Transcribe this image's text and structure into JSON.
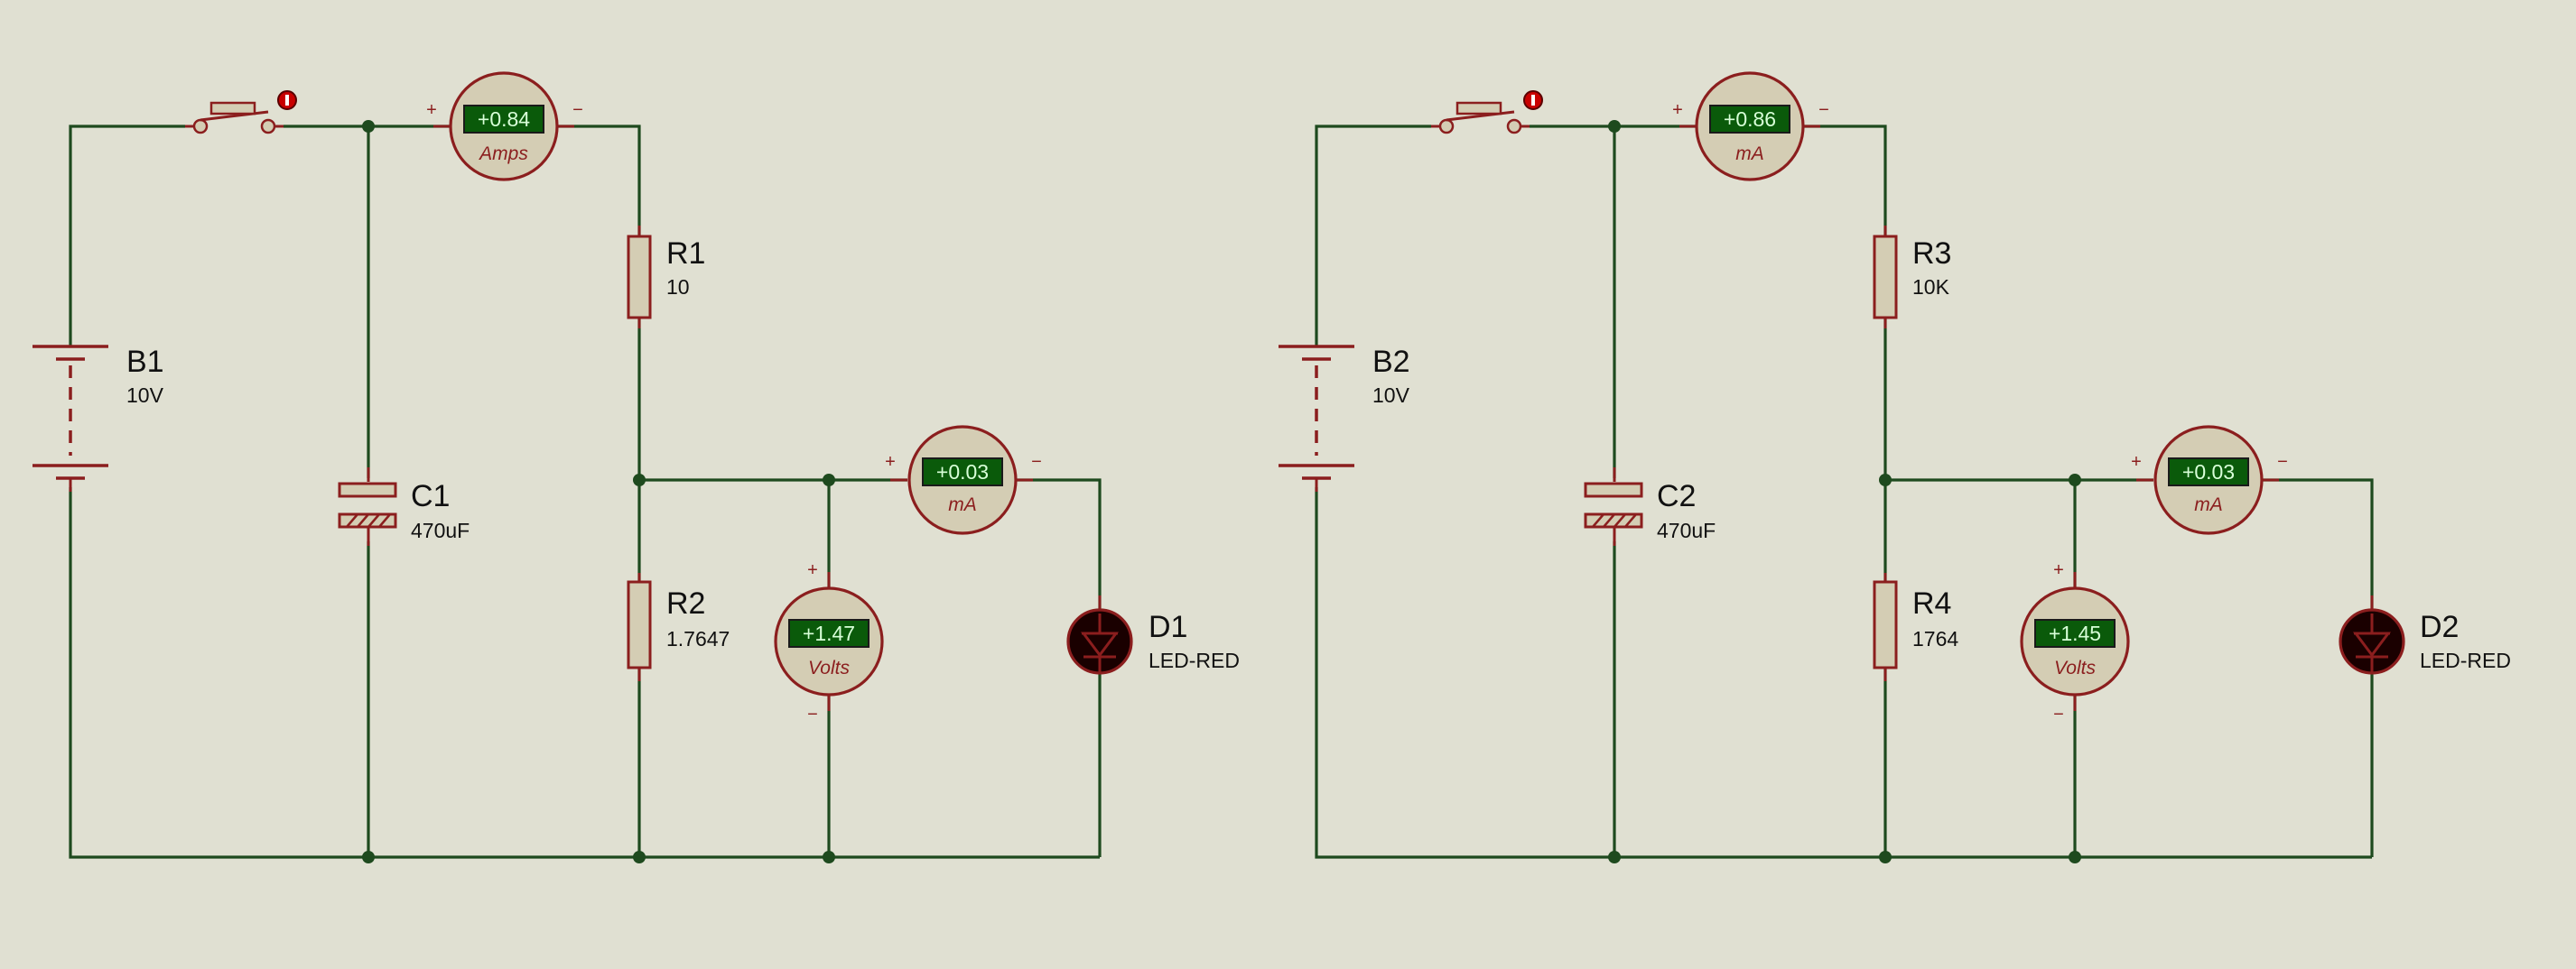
{
  "circuits": [
    {
      "battery": {
        "ref": "B1",
        "value": "10V"
      },
      "capacitor": {
        "ref": "C1",
        "value": "470uF"
      },
      "resistor_top": {
        "ref": "R1",
        "value": "10"
      },
      "resistor_bottom": {
        "ref": "R2",
        "value": "1.7647"
      },
      "led": {
        "ref": "D1",
        "value": "LED-RED"
      },
      "ammeter_main": {
        "reading": "+0.84",
        "unit": "Amps",
        "plus": "+",
        "minus": "−"
      },
      "ammeter_led": {
        "reading": "+0.03",
        "unit": "mA",
        "plus": "+",
        "minus": "−"
      },
      "voltmeter": {
        "reading": "+1.47",
        "unit": "Volts",
        "plus": "+",
        "minus": "−"
      }
    },
    {
      "battery": {
        "ref": "B2",
        "value": "10V"
      },
      "capacitor": {
        "ref": "C2",
        "value": "470uF"
      },
      "resistor_top": {
        "ref": "R3",
        "value": "10K"
      },
      "resistor_bottom": {
        "ref": "R4",
        "value": "1764"
      },
      "led": {
        "ref": "D2",
        "value": "LED-RED"
      },
      "ammeter_main": {
        "reading": "+0.86",
        "unit": "mA",
        "plus": "+",
        "minus": "−"
      },
      "ammeter_led": {
        "reading": "+0.03",
        "unit": "mA",
        "plus": "+",
        "minus": "−"
      },
      "voltmeter": {
        "reading": "+1.45",
        "unit": "Volts",
        "plus": "+",
        "minus": "−"
      }
    }
  ],
  "colors": {
    "background": "#e0e0d2",
    "wire": "#1e4a1e",
    "component_outline": "#8b1e1e",
    "component_fill": "#d4cdb4",
    "lcd": "#0a5a0a",
    "led_body": "#1a0000"
  },
  "icons": {
    "switch": "pushbutton-switch-icon",
    "switch_indicator": "red-indicator-icon"
  }
}
